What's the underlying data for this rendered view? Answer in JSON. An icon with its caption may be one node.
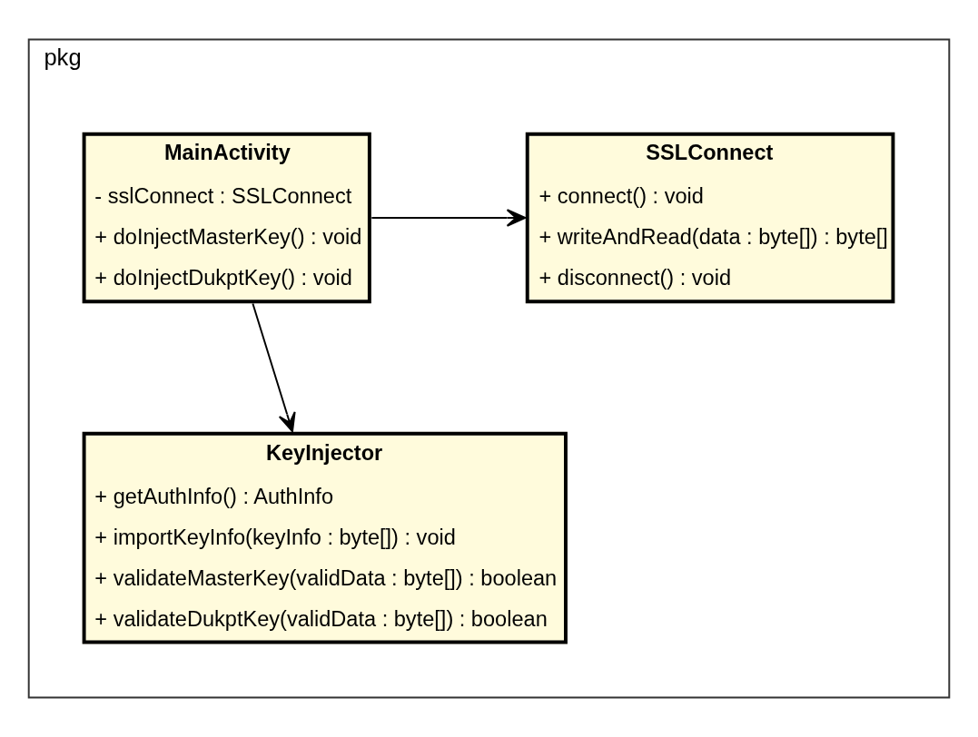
{
  "diagram": {
    "nodes": [
      {
        "text": [
          "pkg"
        ]
      },
      {
        "text": [
          "MainActivity",
          "- sslConnect : SSLConnect",
          "+ doInjectMasterKey() : void",
          "+ doInjectDukptKey() : void"
        ],
        "in": 0
      },
      {
        "text": [
          "SSLConnect",
          "+ connect() : void",
          "+ writeAndRead(data : byte[]) : byte[]",
          "+ disconnect() : void"
        ],
        "in": 0
      },
      {
        "text": [
          "KeyInjector",
          "+ getAuthInfo() : AuthInfo",
          "+ importKeyInfo(keyInfo : byte[]) : void",
          "+ validateMasterKey(validData : byte[]) : boolean",
          "+ validateDukptKey(validData : byte[]) : boolean"
        ],
        "in": 0
      }
    ],
    "edges": [
      {
        "from": 1,
        "to": 2,
        "arrow": "to"
      },
      {
        "from": 1,
        "to": 3,
        "arrow": "to"
      }
    ]
  }
}
